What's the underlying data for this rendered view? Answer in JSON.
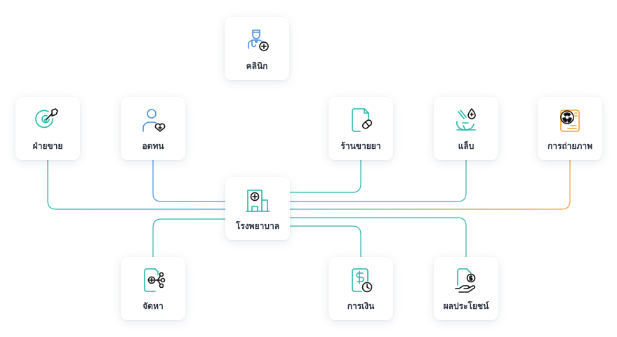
{
  "hub": {
    "label": "โรงพยาบาล",
    "icon": "hospital-building-icon"
  },
  "nodes": {
    "clinic": {
      "label": "คลินิก",
      "icon": "doctor-plus-icon"
    },
    "sales": {
      "label": "ฝ่ายขาย",
      "icon": "target-pen-icon"
    },
    "patient": {
      "label": "อดทน",
      "icon": "person-heart-icon"
    },
    "pharmacy": {
      "label": "ร้านขายยา",
      "icon": "document-pill-icon"
    },
    "lab": {
      "label": "แล็บ",
      "icon": "microscope-drop-icon"
    },
    "imaging": {
      "label": "การถ่ายภาพ",
      "icon": "radiation-document-icon"
    },
    "procurement": {
      "label": "จัดหา",
      "icon": "document-network-icon"
    },
    "finance": {
      "label": "การเงิน",
      "icon": "dollar-document-clock-icon"
    },
    "benefits": {
      "label": "ผลประโยชน์",
      "icon": "document-hand-coin-icon"
    }
  },
  "colors": {
    "teal": "#20b8a6",
    "blue": "#4a90e2",
    "orange": "#f0a22e",
    "text": "#2b3340"
  }
}
